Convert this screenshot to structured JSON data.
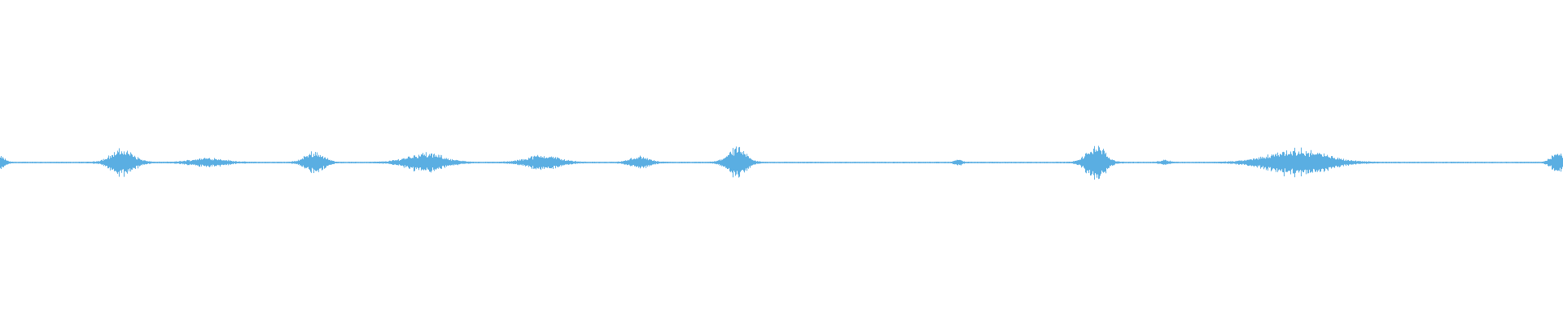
{
  "waveform": {
    "color": "#5aaee2",
    "background": "#ffffff",
    "bursts": [
      {
        "position": 0.0,
        "amplitude": 0.02,
        "spread": 0.004
      },
      {
        "position": 0.078,
        "amplitude": 0.045,
        "spread": 0.01
      },
      {
        "position": 0.133,
        "amplitude": 0.015,
        "spread": 0.014
      },
      {
        "position": 0.201,
        "amplitude": 0.038,
        "spread": 0.008
      },
      {
        "position": 0.272,
        "amplitude": 0.032,
        "spread": 0.016
      },
      {
        "position": 0.347,
        "amplitude": 0.025,
        "spread": 0.014
      },
      {
        "position": 0.409,
        "amplitude": 0.02,
        "spread": 0.008
      },
      {
        "position": 0.471,
        "amplitude": 0.05,
        "spread": 0.008
      },
      {
        "position": 0.613,
        "amplitude": 0.01,
        "spread": 0.003
      },
      {
        "position": 0.701,
        "amplitude": 0.06,
        "spread": 0.008
      },
      {
        "position": 0.745,
        "amplitude": 0.008,
        "spread": 0.004
      },
      {
        "position": 0.83,
        "amplitude": 0.045,
        "spread": 0.025
      },
      {
        "position": 0.997,
        "amplitude": 0.035,
        "spread": 0.006
      }
    ]
  }
}
